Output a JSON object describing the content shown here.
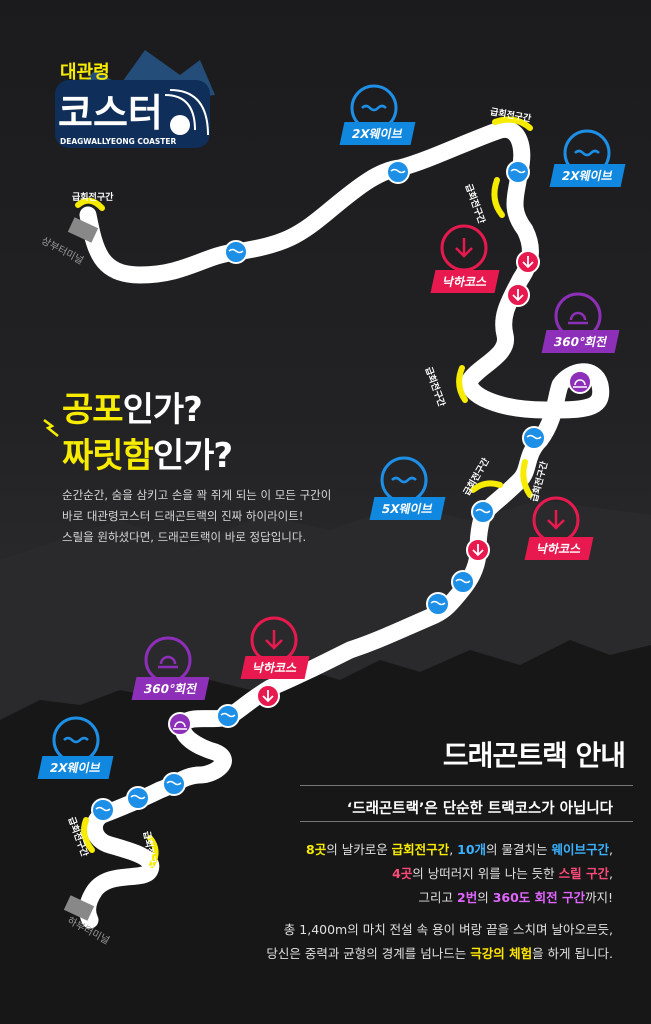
{
  "logo": {
    "small_text": "대관령",
    "big_text": "코스터",
    "english": "DEAGWALLYEONG COASTER"
  },
  "headline": {
    "line1_hl": "공포",
    "line1_rest": "인가?",
    "line2_hl": "짜릿함",
    "line2_rest": "인가?"
  },
  "intro": [
    "순간순간, 숨을 삼키고 손을 꽉 쥐게 되는 이 모든 구간이",
    "바로 대관령코스터 드래곤트랙의 진짜 하이라이트!",
    "스릴을 원하셨다면, 드래곤트랙이 바로 정답입니다."
  ],
  "labels": {
    "sharp_curve": "급회전구간",
    "wave_2x": "2X웨이브",
    "wave_5x": "5X웨이브",
    "drop": "낙하코스",
    "rotation": "360°회전",
    "upper_terminal": "상부터미널",
    "lower_terminal": "하부터미널"
  },
  "guide": {
    "title": "드래곤트랙 안내",
    "subtitle": "‘드래곤트랙’은 단순한 트랙코스가 아닙니다",
    "line1_a": "8곳",
    "line1_b": "의 날카로운 ",
    "line1_c": "급회전구간",
    "line1_d": ", ",
    "line1_e": "10개",
    "line1_f": "의 물결치는 ",
    "line1_g": "웨이브구간",
    "line1_h": ",",
    "line2_a": "4곳",
    "line2_b": "의 낭떠러지 위를 나는 듯한 ",
    "line2_c": "스릴 구간",
    "line2_d": ",",
    "line3_a": "그리고 ",
    "line3_b": "2번",
    "line3_c": "의 ",
    "line3_d": "360도 회전 구간",
    "line3_e": "까지!",
    "line4": "총 1,400m의 마치 전설 속 용이 벼랑 끝을 스치며 날아오르듯,",
    "line5_a": "당신은 중력과 균형의 경계를 넘나드는 ",
    "line5_b": "극강의 체험",
    "line5_c": "을 하게 됩니다."
  },
  "colors": {
    "wave": "#1e8fe6",
    "drop": "#e8194f",
    "rotation": "#8d2fb8",
    "curve": "#f7ec00"
  }
}
